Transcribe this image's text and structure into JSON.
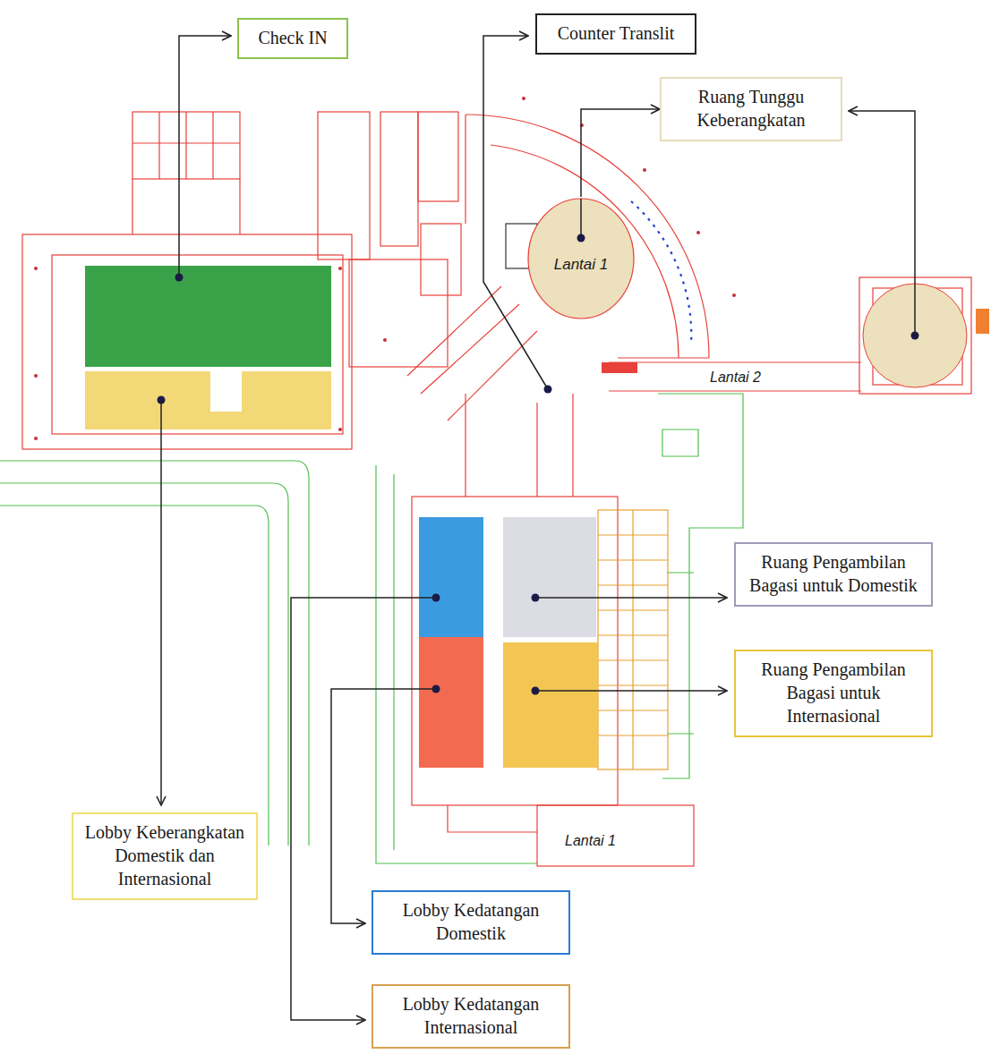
{
  "diagram": {
    "nodes": [
      {
        "text": [
          "Check IN"
        ]
      },
      {
        "text": [
          "Counter Translit"
        ]
      },
      {
        "text": [
          "Ruang Tunggu Keberangkatan"
        ]
      },
      {
        "text": [
          "Lantai 1"
        ]
      },
      {
        "text": [
          "Ruang Pengambilan Bagasi untuk Domestik"
        ]
      },
      {
        "text": [
          "Ruang Pengambilan Bagasi untuk Internasional"
        ]
      },
      {
        "text": [
          "Lobby Keberangkatan Domestik dan Internasional"
        ]
      },
      {
        "text": [
          "Lobby Kedatangan Domestik"
        ]
      },
      {
        "text": [
          "Lobby Kedatangan Internasional"
        ]
      }
    ],
    "edges": [
      {
        "from": 3,
        "to": 2,
        "arrow": "to"
      }
    ],
    "labels": [
      "Lantai 2",
      "Lantai 1"
    ]
  }
}
